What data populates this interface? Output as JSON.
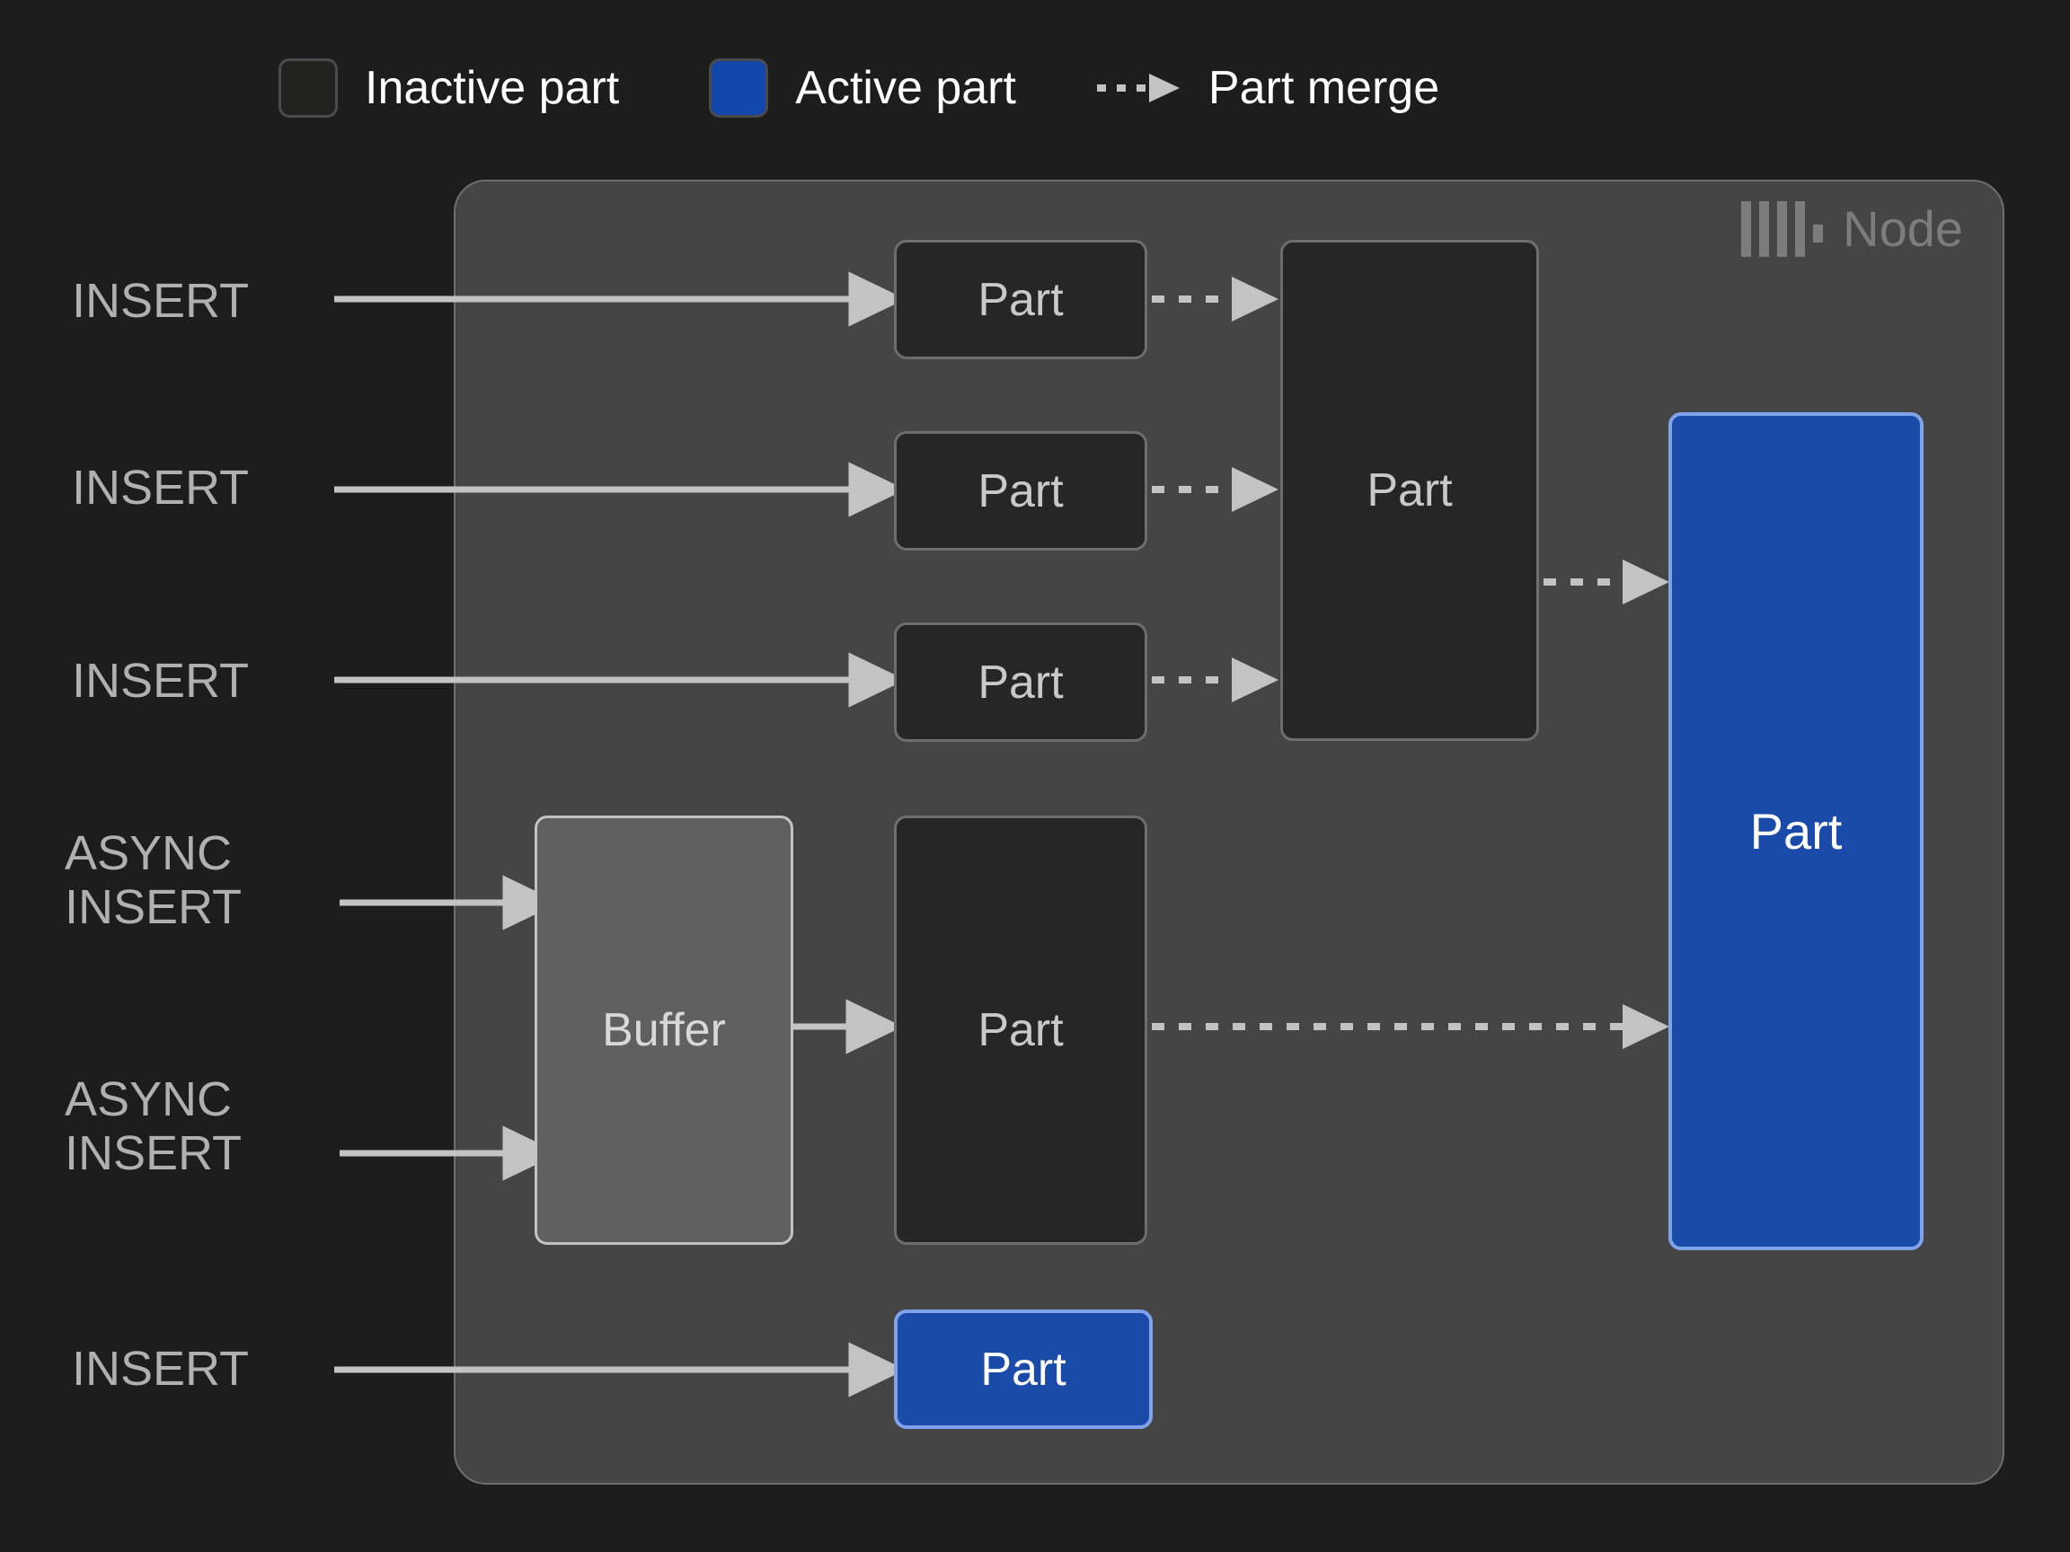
{
  "legend": {
    "items": [
      {
        "id": "inactive-part",
        "icon": "square-swatch",
        "label": "Inactive part",
        "color": "#22231f"
      },
      {
        "id": "active-part",
        "icon": "square-swatch",
        "label": "Active part",
        "color": "#1247ab"
      },
      {
        "id": "part-merge",
        "icon": "dashed-arrow",
        "label": "Part merge",
        "color": "#c3c3c3"
      }
    ]
  },
  "node": {
    "label": "Node",
    "logo_icon": "clickhouse-logo-icon",
    "background": "#454545",
    "border": "#6e6e6e"
  },
  "inputs": [
    {
      "id": "insert-1",
      "label": "INSERT"
    },
    {
      "id": "insert-2",
      "label": "INSERT"
    },
    {
      "id": "insert-3",
      "label": "INSERT"
    },
    {
      "id": "async-insert-1",
      "label": "ASYNC\nINSERT"
    },
    {
      "id": "async-insert-2",
      "label": "ASYNC\nINSERT"
    },
    {
      "id": "insert-4",
      "label": "INSERT"
    }
  ],
  "boxes": {
    "part_1": {
      "label": "Part",
      "state": "inactive"
    },
    "part_2": {
      "label": "Part",
      "state": "inactive"
    },
    "part_3": {
      "label": "Part",
      "state": "inactive"
    },
    "part_merged": {
      "label": "Part",
      "state": "inactive"
    },
    "buffer": {
      "label": "Buffer",
      "state": "buffer"
    },
    "part_buffered": {
      "label": "Part",
      "state": "inactive"
    },
    "part_final": {
      "label": "Part",
      "state": "active"
    },
    "part_new": {
      "label": "Part",
      "state": "active"
    }
  },
  "colors": {
    "background": "#1d1d1d",
    "active_blue": "#1a4ba8",
    "active_border": "#7fa3ea",
    "inactive_fill": "#262626",
    "inactive_border": "#6e6e6e",
    "buffer_fill": "#606060",
    "arrow": "#c3c3c3",
    "text_muted": "#b0b0b0",
    "node_label": "#7c7c7c"
  }
}
